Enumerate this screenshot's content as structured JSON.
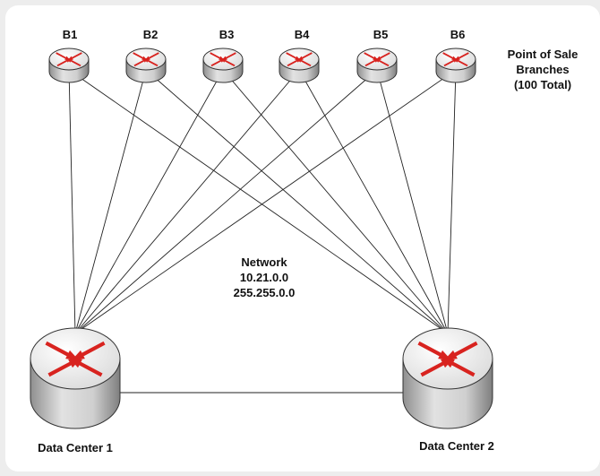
{
  "branches": [
    {
      "label": "B1"
    },
    {
      "label": "B2"
    },
    {
      "label": "B3"
    },
    {
      "label": "B4"
    },
    {
      "label": "B5"
    },
    {
      "label": "B6"
    }
  ],
  "branch_caption": [
    "Point of Sale",
    "Branches",
    "(100 Total)"
  ],
  "network": [
    "Network",
    "10.21.0.0",
    "255.255.0.0"
  ],
  "data_centers": [
    {
      "label": "Data Center 1"
    },
    {
      "label": "Data Center 2"
    }
  ],
  "colors": {
    "router_body": "#c9c9c9",
    "router_top": "#eeeeee",
    "arrow": "#d8231f",
    "link": "#222222"
  },
  "icons": {
    "router": "router-icon"
  }
}
